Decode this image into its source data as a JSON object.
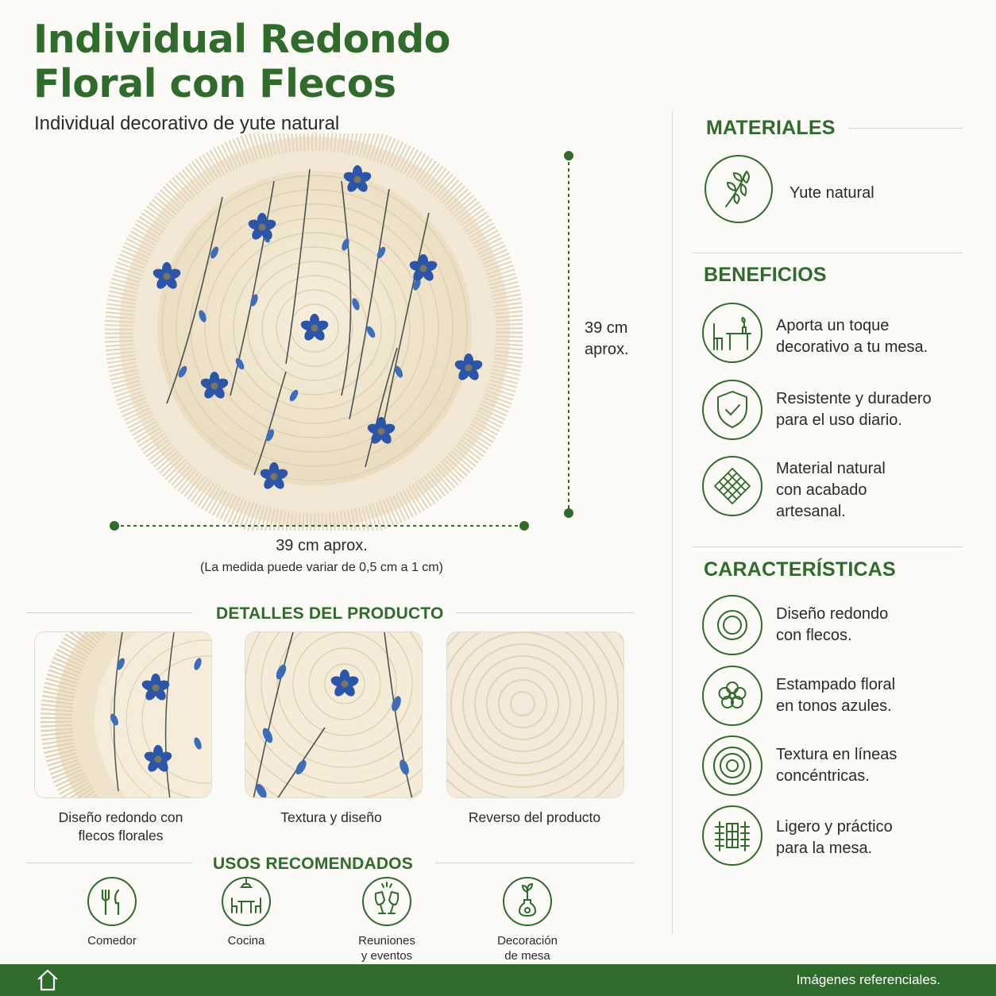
{
  "header": {
    "title_line1": "Individual Redondo",
    "title_line2": "Floral con Flecos",
    "subtitle": "Individual decorativo de yute natural"
  },
  "dimensions": {
    "vertical_line1": "39 cm",
    "vertical_line2": "aprox.",
    "horizontal": "39 cm aprox.",
    "note": "(La medida puede variar de 0,5 cm a 1 cm)"
  },
  "details": {
    "heading": "DETALLES DEL PRODUCTO",
    "items": [
      {
        "caption_line1": "Diseño redondo con",
        "caption_line2": "flecos florales"
      },
      {
        "caption_line1": "Textura y diseño",
        "caption_line2": ""
      },
      {
        "caption_line1": "Reverso del producto",
        "caption_line2": ""
      }
    ]
  },
  "uses": {
    "heading": "USOS RECOMENDADOS",
    "items": [
      {
        "icon": "cutlery-icon",
        "line1": "Comedor",
        "line2": ""
      },
      {
        "icon": "dining-table-icon",
        "line1": "Cocina",
        "line2": ""
      },
      {
        "icon": "toast-glasses-icon",
        "line1": "Reuniones",
        "line2": "y eventos"
      },
      {
        "icon": "vase-icon",
        "line1": "Decoración",
        "line2": "de mesa"
      }
    ]
  },
  "materiales": {
    "heading": "MATERIALES",
    "items": [
      {
        "icon": "leaf-icon",
        "text": "Yute natural"
      }
    ]
  },
  "beneficios": {
    "heading": "BENEFICIOS",
    "items": [
      {
        "icon": "table-chair-icon",
        "line1": "Aporta un toque",
        "line2": "decorativo a tu mesa.",
        "line3": ""
      },
      {
        "icon": "shield-check-icon",
        "line1": "Resistente y duradero",
        "line2": "para el uso diario.",
        "line3": ""
      },
      {
        "icon": "weave-icon",
        "line1": "Material natural",
        "line2": "con acabado",
        "line3": "artesanal."
      }
    ]
  },
  "caracteristicas": {
    "heading": "CARACTERÍSTICAS",
    "items": [
      {
        "icon": "circle-icon",
        "line1": "Diseño redondo",
        "line2": "con flecos."
      },
      {
        "icon": "flower-icon",
        "line1": "Estampado floral",
        "line2": "en tonos azules."
      },
      {
        "icon": "concentric-circles-icon",
        "line1": "Textura en líneas",
        "line2": "concéntricas."
      },
      {
        "icon": "feather-weight-icon",
        "line1": "Ligero y práctico",
        "line2": "para la mesa."
      }
    ]
  },
  "footer": {
    "note": "Imágenes referenciales.",
    "icon": "home-icon"
  },
  "colors": {
    "brand_green": "#2f6b2a",
    "jute_cream": "#efe4cf",
    "floral_blue": "#2a55a8"
  }
}
